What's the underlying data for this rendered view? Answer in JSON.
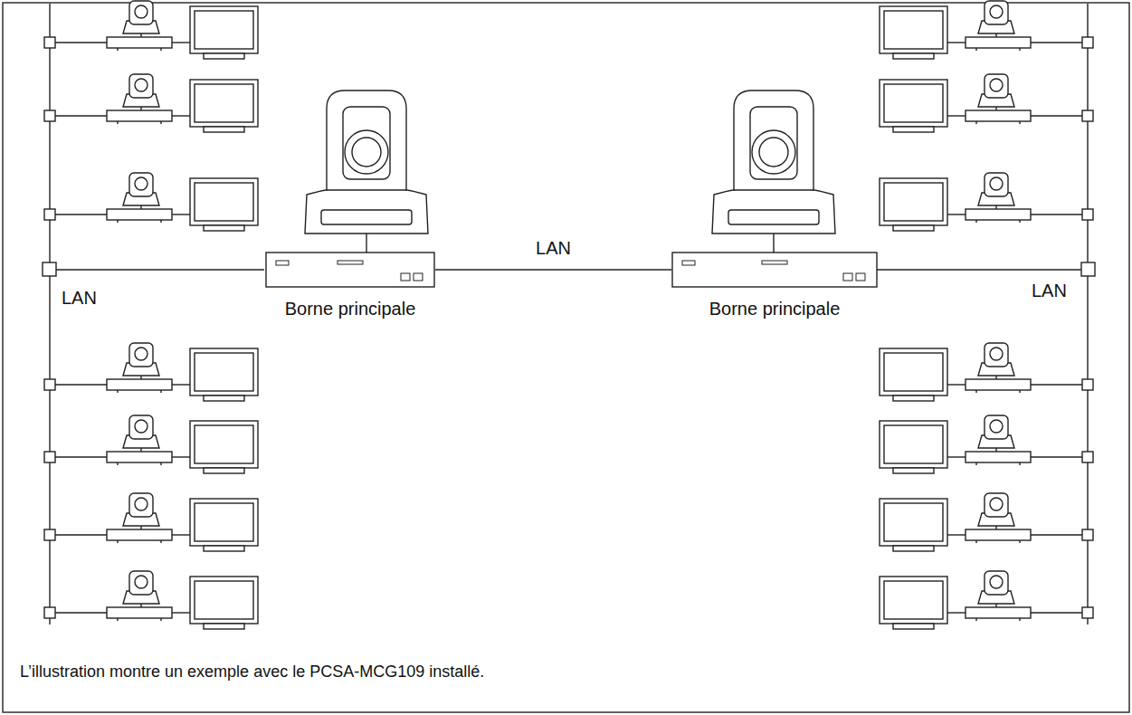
{
  "diagram": {
    "caption": "L’illustration montre un exemple avec le PCSA-MCG109 installé.",
    "nodes": [
      {
        "text": [
          "Borne principale"
        ]
      },
      {
        "text": [
          "Borne principale"
        ]
      }
    ],
    "edges": [
      {
        "from": 0,
        "to": 1,
        "arrow": "none",
        "label": "LAN"
      }
    ],
    "labels": [
      "LAN",
      "LAN"
    ]
  }
}
